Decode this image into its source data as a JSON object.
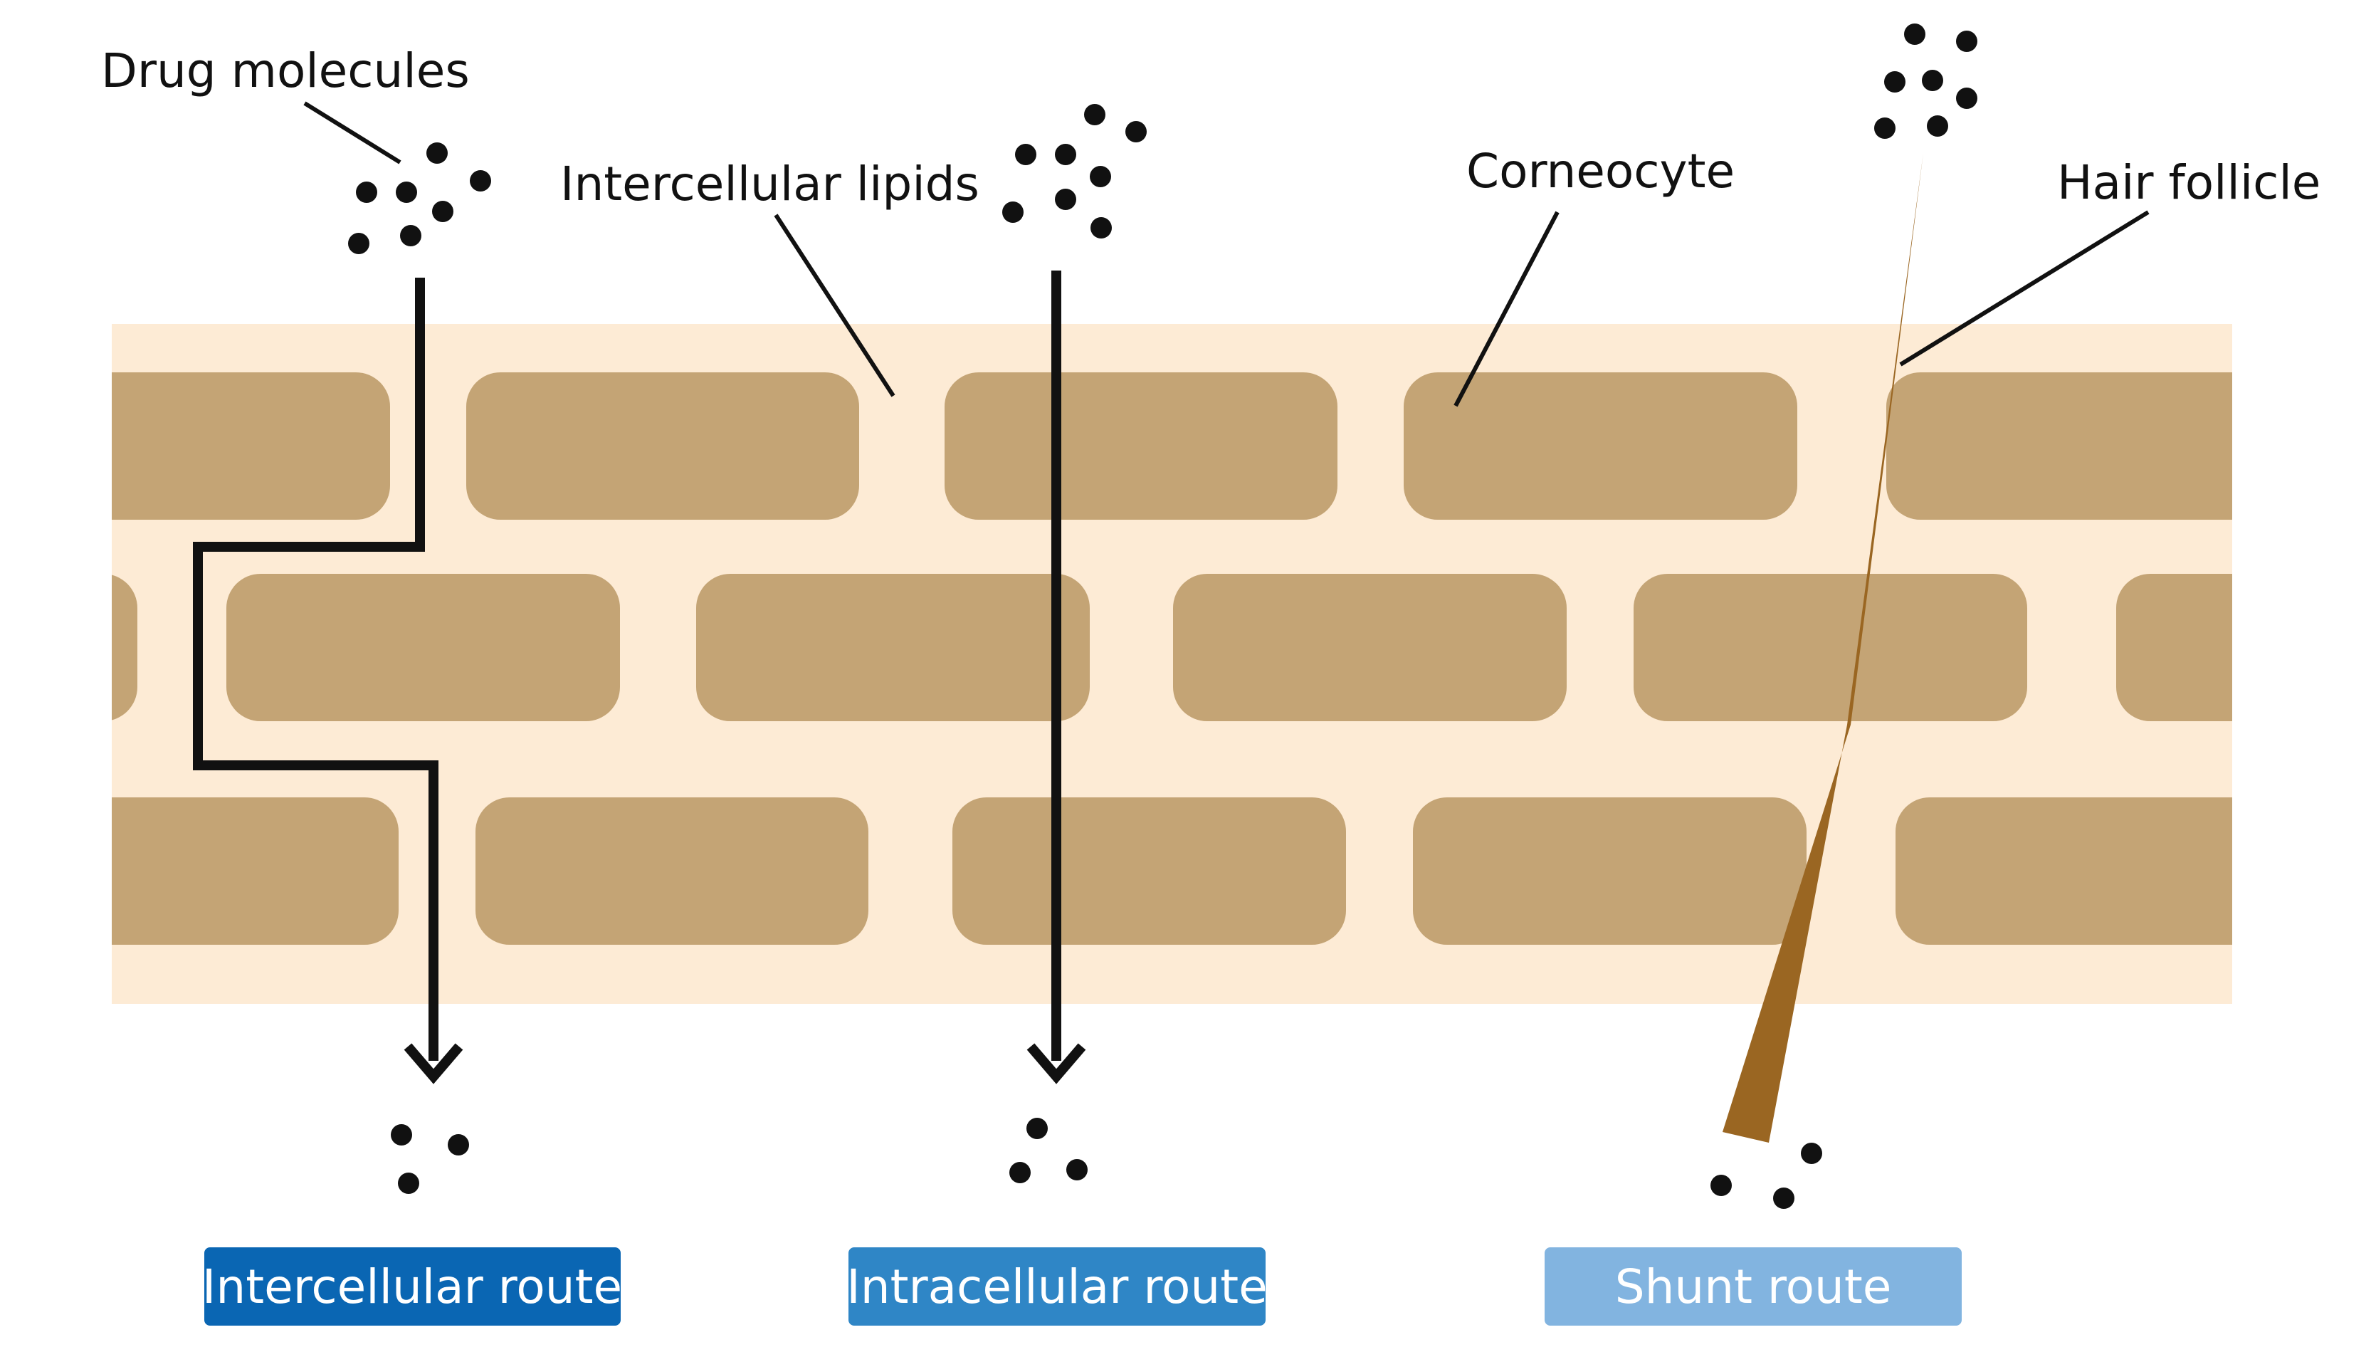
{
  "labels": {
    "drug_molecules": "Drug molecules",
    "intercellular_lipids": "Intercellular lipids",
    "corneocyte": "Corneocyte",
    "hair_follicle": "Hair follicle"
  },
  "routes": [
    {
      "label": "Intercellular route",
      "color": "#0a66b3"
    },
    {
      "label": "Intracellular route",
      "color": "#2f86c6"
    },
    {
      "label": "Shunt route",
      "color": "#82b4e0"
    }
  ],
  "colors": {
    "lipid_matrix": "#fdebd5",
    "corneocyte": "#c4a475",
    "hair_follicle": "#9a6622",
    "molecule": "#111111",
    "arrow": "#111111"
  }
}
